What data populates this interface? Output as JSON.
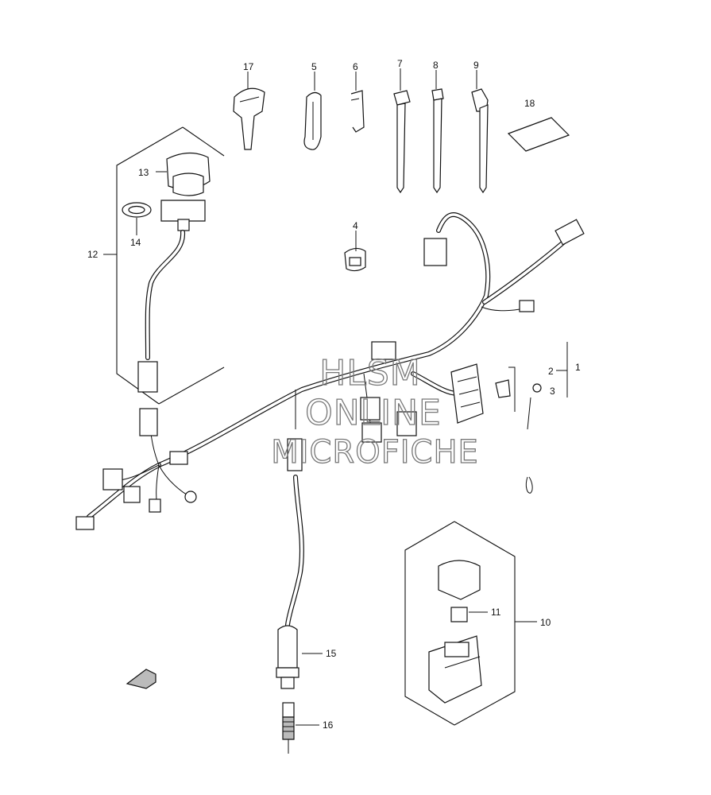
{
  "callouts": {
    "c1": "1",
    "c2": "2",
    "c3": "3",
    "c4": "4",
    "c5": "5",
    "c6": "6",
    "c7": "7",
    "c8": "8",
    "c9": "9",
    "c10": "10",
    "c11": "11",
    "c12": "12",
    "c13": "13",
    "c14": "14",
    "c15": "15",
    "c16": "16",
    "c17": "17",
    "c18": "18"
  },
  "watermark": {
    "line1": "HLSM",
    "line2": "ONLINE",
    "line3": "MICROFICHE"
  },
  "colors": {
    "ink": "#111111",
    "watermark": "#777777",
    "background": "#ffffff"
  }
}
